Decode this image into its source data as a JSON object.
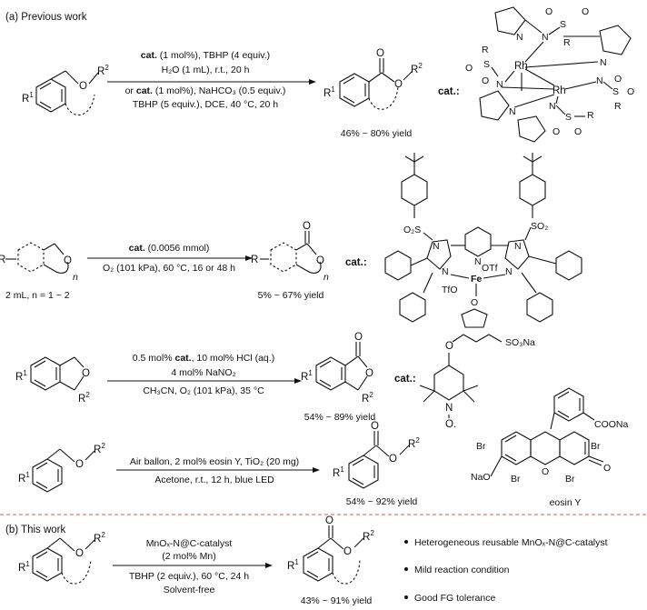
{
  "section_a_title": "(a) Previous work",
  "section_b_title": "(b) This work",
  "row1": {
    "sm_r1": "R",
    "sm_r1_sup": "1",
    "sm_o": "O",
    "sm_r2": "R",
    "sm_r2_sup": "2",
    "cond_line1_cat": "cat.",
    "cond_line1_rest": " (1 mol%), TBHP (4 equiv.)",
    "cond_line2": "H₂O (1 mL), r.t., 20 h",
    "cond_line3_pre": "or ",
    "cond_line3_cat": "cat.",
    "cond_line3_rest": " (1 mol%), NaHCO₃ (0.5 equiv.)",
    "cond_line4": "TBHP (5 equiv.), DCE, 40 °C, 20 h",
    "yield": "46% ~ 80% yield",
    "cat_label": "cat.:",
    "cat_atoms": {
      "rh": "Rh",
      "n": "N",
      "s": "S",
      "o": "O",
      "r": "R"
    }
  },
  "row2": {
    "sm_r": "R",
    "sm_o": "O",
    "sm_n": "n",
    "amount_note": "2 mL, n = 1 ~ 2",
    "cond_line1_cat": "cat.",
    "cond_line1_rest": " (0.0056 mmol)",
    "cond_line2": "O₂ (101 kPa), 60 °C, 16 or 48 h",
    "yield": "5% ~ 67% yield",
    "cat_label": "cat.:",
    "cat_atoms": {
      "fe": "Fe",
      "otf": "OTf",
      "tfo": "TfO",
      "so2": "SO₂",
      "o2s": "O₂S",
      "n": "N",
      "o": "O"
    }
  },
  "row3": {
    "sm_r1": "R",
    "sm_r1_sup": "1",
    "sm_r2": "R",
    "sm_r2_sup": "2",
    "sm_o": "O",
    "cond_line1_pre": "0.5 mol% ",
    "cond_line1_cat": "cat.",
    "cond_line1_rest": ", 10 mol% HCl (aq.)",
    "cond_line2": "4 mol% NaNO₂",
    "cond_line3": "CH₃CN, O₂ (101 kPa), 35 °C",
    "yield": "54% ~ 89% yield",
    "cat_label": "cat.:",
    "cat_atoms": {
      "so3na": "SO₃Na",
      "n": "N",
      "o": "O",
      "odot": "O."
    }
  },
  "row4": {
    "sm_r1": "R",
    "sm_r1_sup": "1",
    "sm_r2": "R",
    "sm_r2_sup": "2",
    "sm_o": "O",
    "cond_line1": "Air ballon, 2 mol% eosin Y, TiO₂ (20 mg)",
    "cond_line2": "Acetone, r.t., 12 h, blue LED",
    "yield": "54% ~ 92% yield",
    "eosin_name": "eosin Y",
    "eosin_atoms": {
      "coona": "COONa",
      "br": "Br",
      "nao": "NaO",
      "o": "O"
    }
  },
  "row5": {
    "sm_r1": "R",
    "sm_r1_sup": "1",
    "sm_r2": "R",
    "sm_r2_sup": "2",
    "sm_o": "O",
    "cond_line1": "MnOₓ-N@C-catalyst",
    "cond_line2": "(2 mol% Mn)",
    "cond_line3": "TBHP (2 equiv.), 60 °C, 24 h",
    "cond_line4": "Solvent-free",
    "yield": "43% ~ 91% yield",
    "bullets": [
      "Heterogeneous reusable MnOₓ-N@C-catalyst",
      "Mild reaction condition",
      "Good FG tolerance"
    ]
  }
}
